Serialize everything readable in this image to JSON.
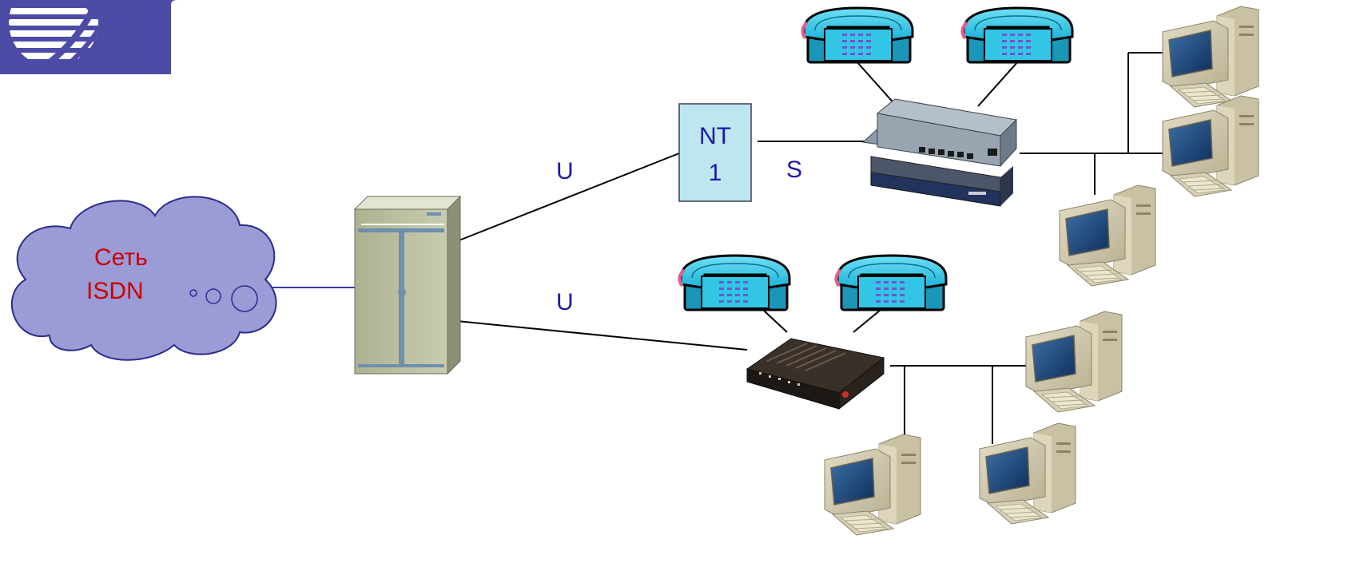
{
  "cloud": {
    "line1": "Сеть",
    "line2": "ISDN",
    "text_color": "#cc0000",
    "fill": "#9b9bd6"
  },
  "nt_box": {
    "line1": "NT",
    "line2": "1",
    "fill": "#bde6ee",
    "text_color": "#1a1aa8"
  },
  "link_labels": {
    "u_top": "U",
    "s": "S",
    "u_bottom": "U",
    "color": "#1a1aa8"
  },
  "logo": {
    "icon": "globe-stripes-logo-icon",
    "color": "#4c4ca6"
  },
  "colors": {
    "phone": "#33c5e6",
    "line": "#000000",
    "cloud_link": "#3a3aa0"
  }
}
